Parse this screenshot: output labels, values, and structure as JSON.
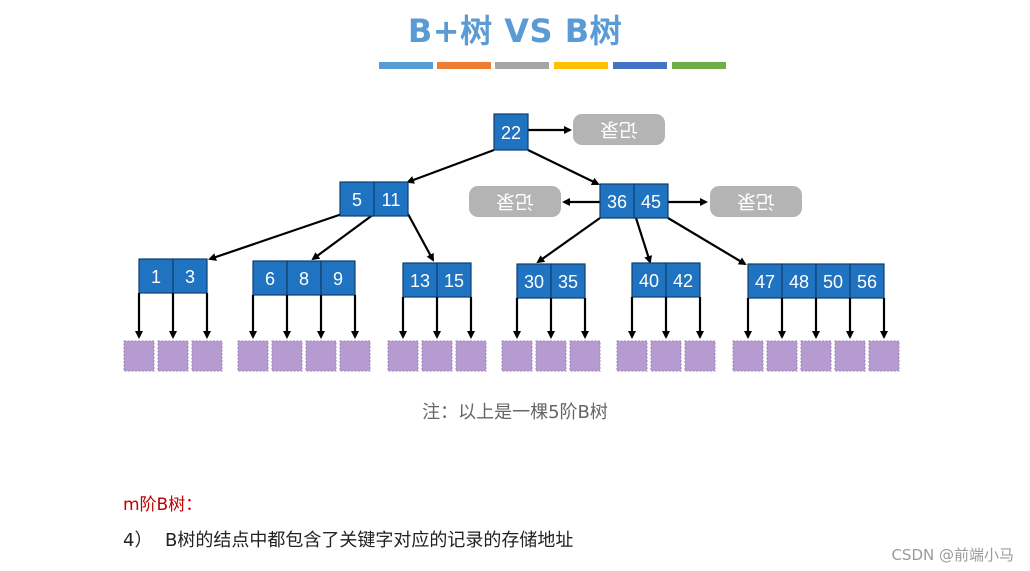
{
  "title": "B+树 VS B树",
  "palette": [
    "#5b9bd5",
    "#ed7d31",
    "#a5a5a5",
    "#ffc000",
    "#4472c4",
    "#70ad47"
  ],
  "tree": {
    "root": [
      "22"
    ],
    "level1": [
      [
        "5",
        "11"
      ],
      [
        "36",
        "45"
      ]
    ],
    "level2": [
      [
        "1",
        "3"
      ],
      [
        "6",
        "8",
        "9"
      ],
      [
        "13",
        "15"
      ],
      [
        "30",
        "35"
      ],
      [
        "40",
        "42"
      ],
      [
        "47",
        "48",
        "50",
        "56"
      ]
    ],
    "record_label": "记录"
  },
  "note": "注：以上是一棵5阶B树",
  "section_label": "m阶B树：",
  "point": {
    "number": "4）",
    "text": "B树的结点中都包含了关键字对应的记录的存储地址"
  },
  "watermark": "CSDN @前端小马"
}
